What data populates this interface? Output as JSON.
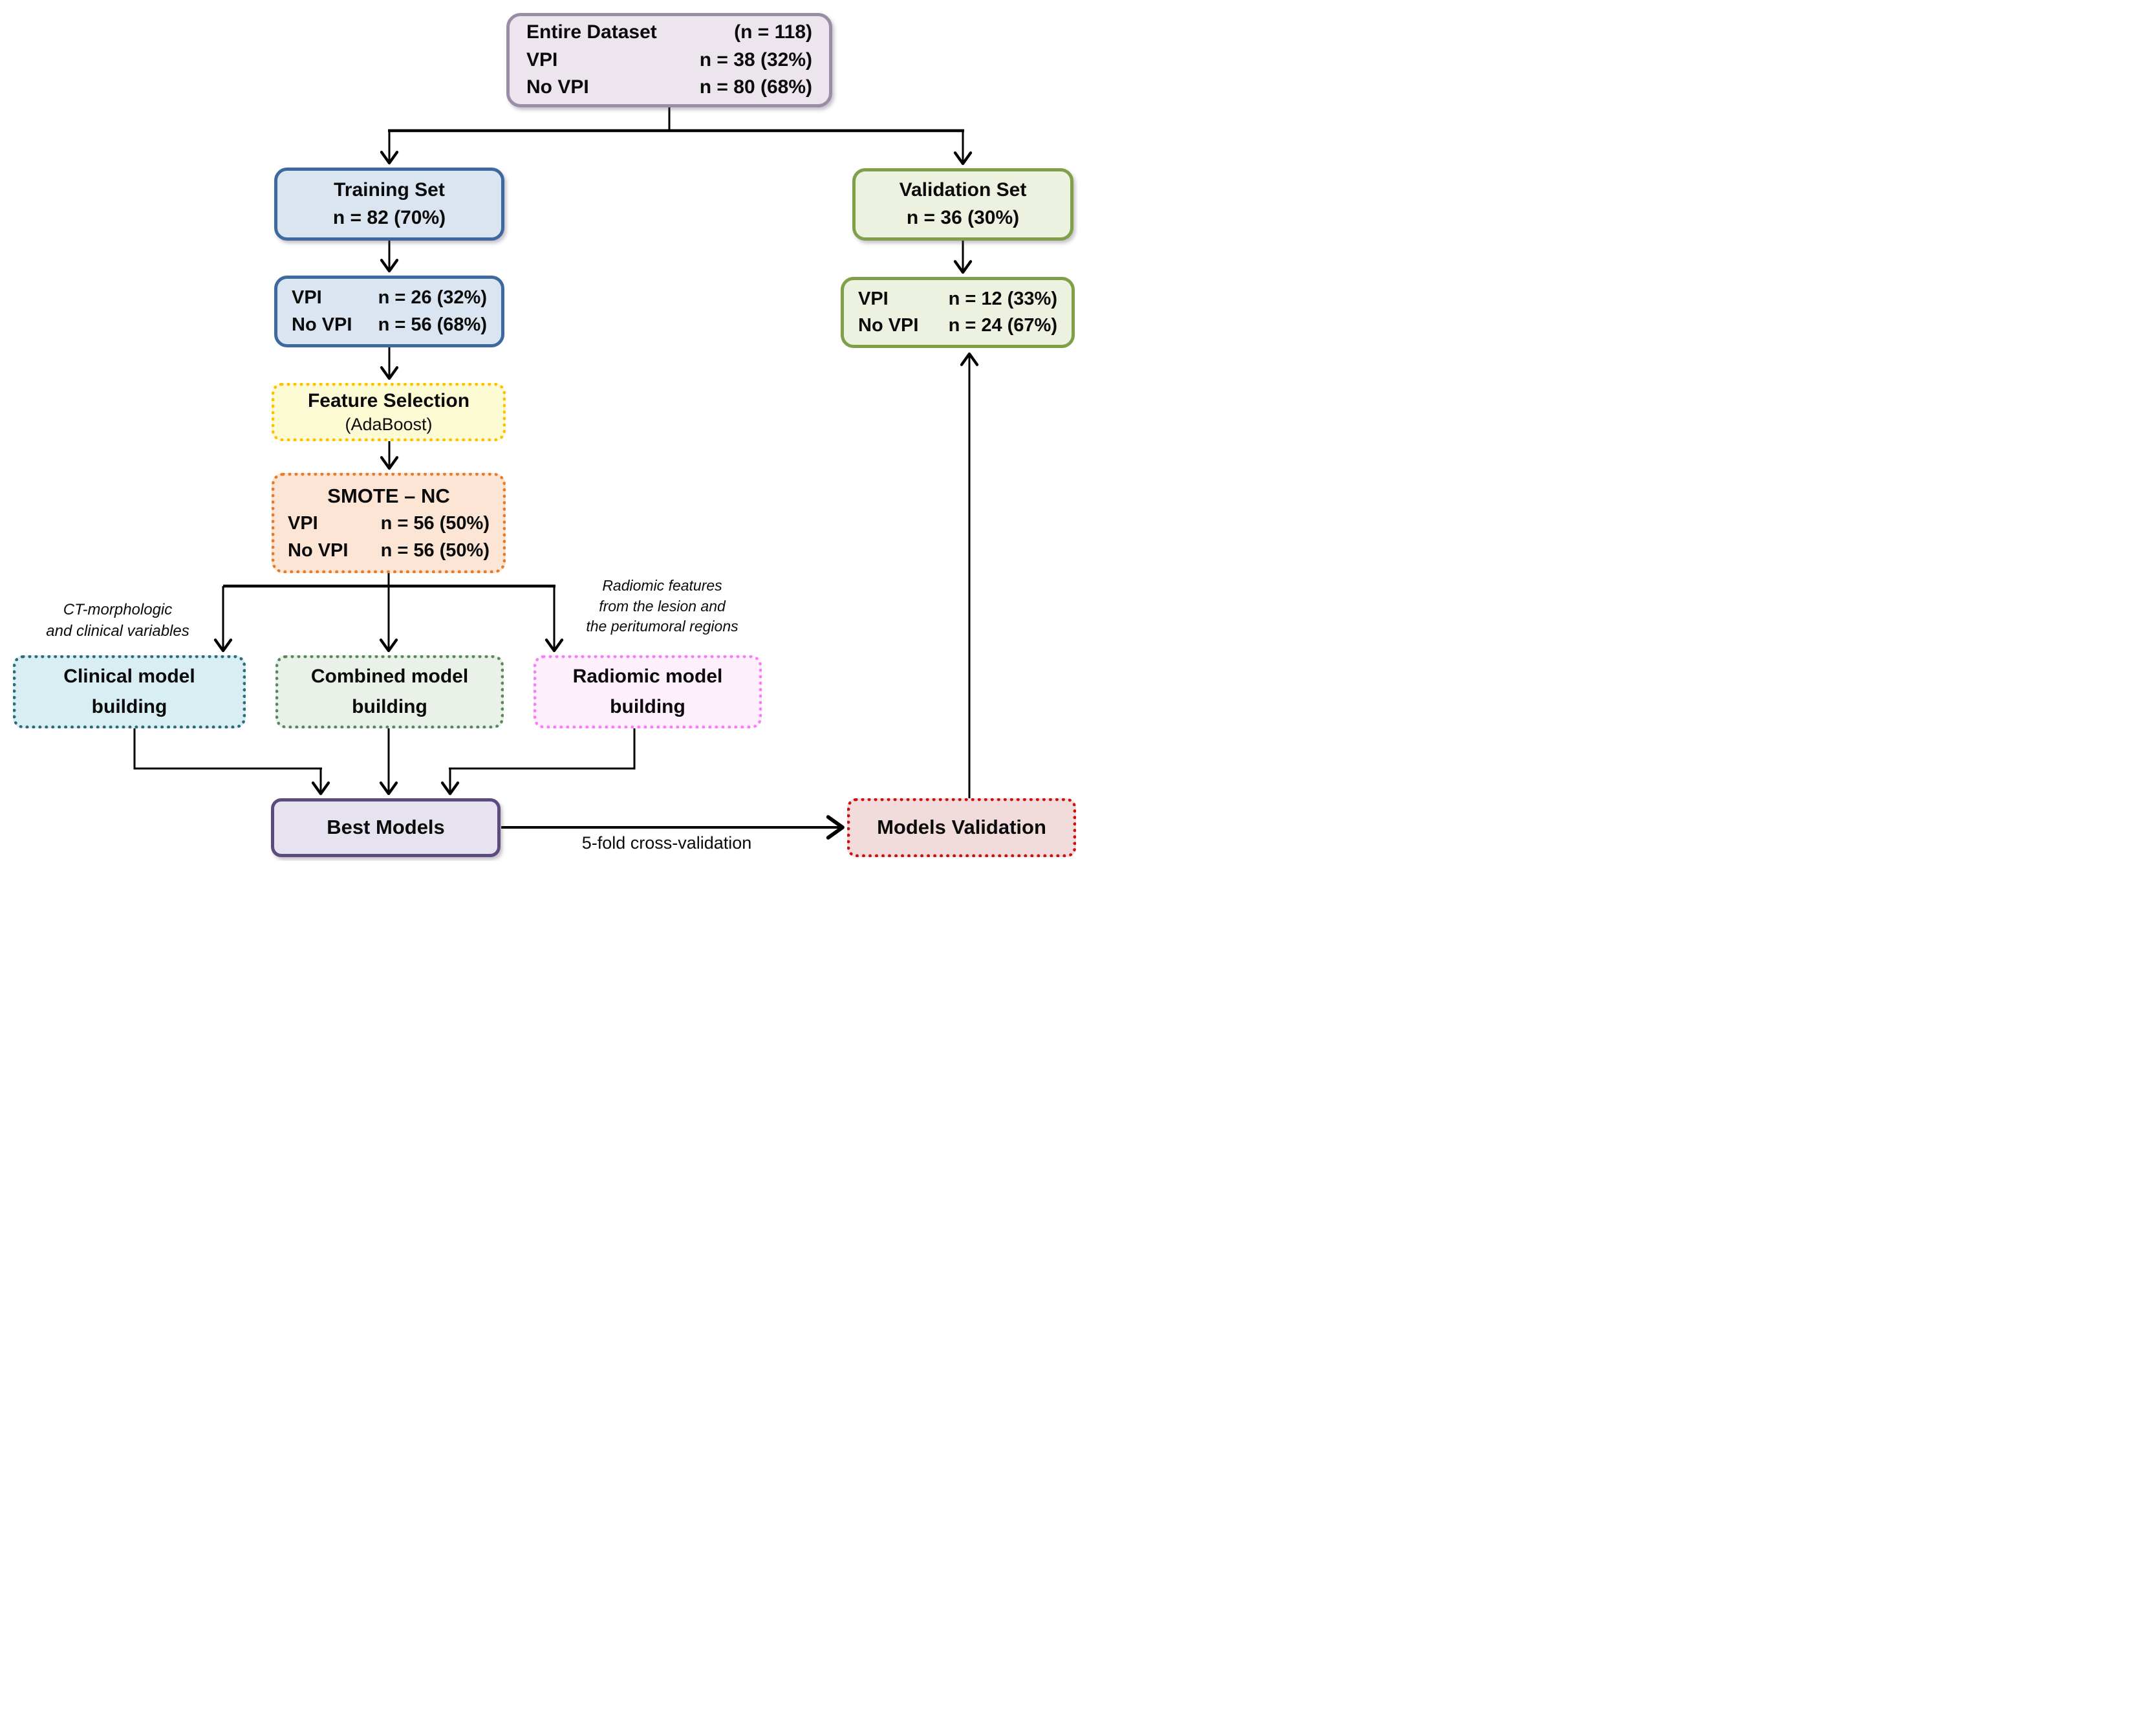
{
  "boxes": {
    "entire_dataset": {
      "rows": [
        {
          "label": "Entire Dataset",
          "value": "(n = 118)"
        },
        {
          "label": "VPI",
          "value": "n = 38 (32%)"
        },
        {
          "label": "No VPI",
          "value": "n = 80 (68%)"
        }
      ]
    },
    "training_set": {
      "line1": "Training Set",
      "line2": "n = 82 (70%)"
    },
    "training_stats": {
      "rows": [
        {
          "label": "VPI",
          "value": "n = 26 (32%)"
        },
        {
          "label": "No VPI",
          "value": "n = 56 (68%)"
        }
      ]
    },
    "feature_selection": {
      "line1": "Feature Selection",
      "line2": "(AdaBoost)"
    },
    "smote": {
      "title": "SMOTE – NC",
      "rows": [
        {
          "label": "VPI",
          "value": "n = 56 (50%)"
        },
        {
          "label": "No VPI",
          "value": "n = 56 (50%)"
        }
      ]
    },
    "validation_set": {
      "line1": "Validation Set",
      "line2": "n = 36 (30%)"
    },
    "validation_stats": {
      "rows": [
        {
          "label": "VPI",
          "value": "n = 12 (33%)"
        },
        {
          "label": "No VPI",
          "value": "n = 24 (67%)"
        }
      ]
    },
    "clinical_model": {
      "line1": "Clinical model",
      "line2": "building"
    },
    "combined_model": {
      "line1": "Combined model",
      "line2": "building"
    },
    "radiomic_model": {
      "line1": "Radiomic model",
      "line2": "building"
    },
    "best_models": {
      "label": "Best Models"
    },
    "models_validation": {
      "label": "Models Validation"
    }
  },
  "annotations": {
    "clinical_note": {
      "line1": "CT-morphologic",
      "line2": "and clinical variables"
    },
    "radiomic_note": {
      "line1": "Radiomic features",
      "line2": "from the lesion and",
      "line3": "the peritumoral regions"
    },
    "cv_note": "5-fold cross-validation"
  },
  "colors": {
    "line": "#000000",
    "entire_dataset": {
      "fill": "#ede5ed",
      "border": "#9a8ea6"
    },
    "training": {
      "fill": "#dbe5f1",
      "border": "#3e699e"
    },
    "validation": {
      "fill": "#edf1e0",
      "border": "#7f9f49"
    },
    "feature_selection": {
      "fill": "#fdfbd4",
      "border": "#fec000"
    },
    "smote": {
      "fill": "#fce5d5",
      "border": "#e87b28"
    },
    "clinical": {
      "fill": "#d9eef3",
      "border": "#2c6a7d"
    },
    "combined": {
      "fill": "#eaf1e8",
      "border": "#568a5e"
    },
    "radiomic": {
      "fill": "#fdeffb",
      "border": "#f87df8"
    },
    "best_models": {
      "fill": "#e6e2ef",
      "border": "#5e4a7d"
    },
    "models_validation": {
      "fill": "#f1dcdb",
      "border": "#cb1111"
    }
  }
}
